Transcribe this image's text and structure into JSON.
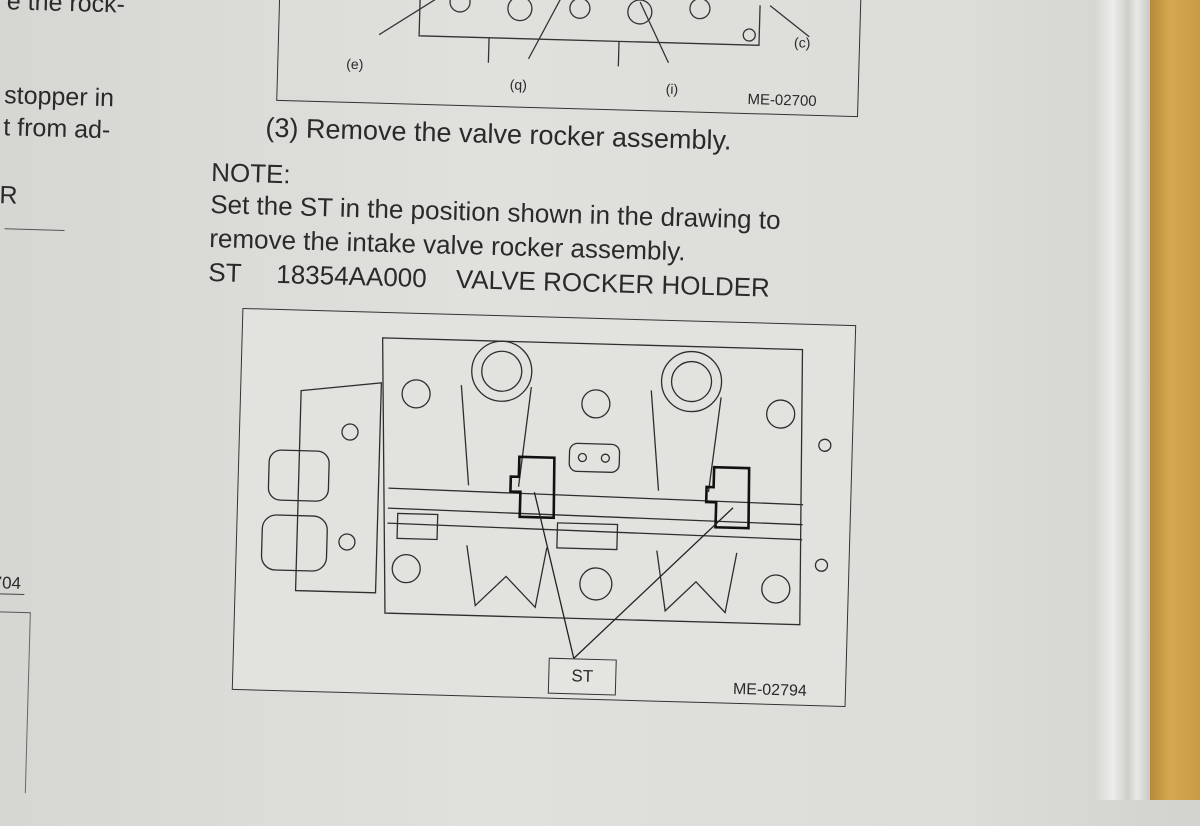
{
  "left_column": {
    "line1": "e the rock-",
    "line2": "stopper in",
    "line3": "t from ad-",
    "line4": "R",
    "figure_id_fragment": "704"
  },
  "top_figure": {
    "callouts": [
      "(e)",
      "(q)",
      "(i)",
      "(c)"
    ],
    "figure_id": "ME-02700"
  },
  "step": "(3) Remove the valve rocker assembly.",
  "note": {
    "heading": "NOTE:",
    "line1": "Set the ST in the position shown in the drawing to",
    "line2": "remove the intake valve rocker assembly.",
    "st_label": "ST",
    "st_part_number": "18354AA000",
    "st_name": "VALVE ROCKER HOLDER"
  },
  "bottom_figure": {
    "st_callout": "ST",
    "figure_id": "ME-02794"
  }
}
